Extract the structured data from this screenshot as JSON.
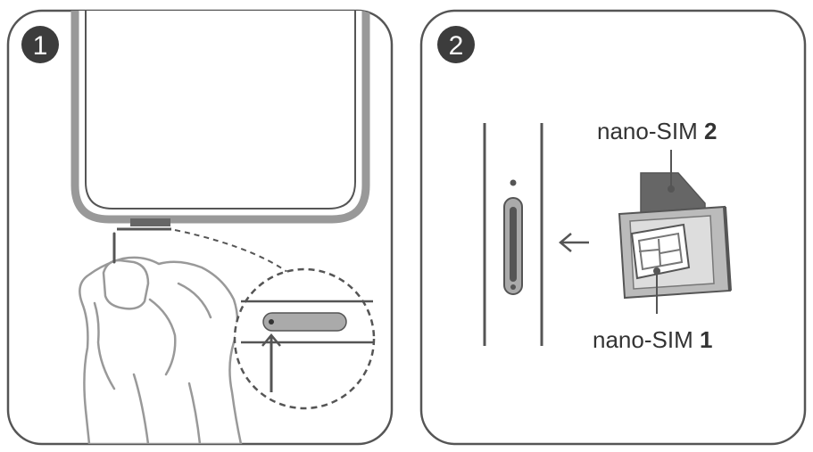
{
  "steps": [
    {
      "number": "1"
    },
    {
      "number": "2"
    }
  ],
  "labels": {
    "sim2_text": "nano-SIM",
    "sim2_num": "2",
    "sim1_text": "nano-SIM",
    "sim1_num": "1"
  },
  "colors": {
    "panel_stroke": "#555555",
    "badge_fill": "#3c3c3c",
    "line_gray": "#999999",
    "dark_line": "#555555",
    "sim_fill": "#666666"
  }
}
